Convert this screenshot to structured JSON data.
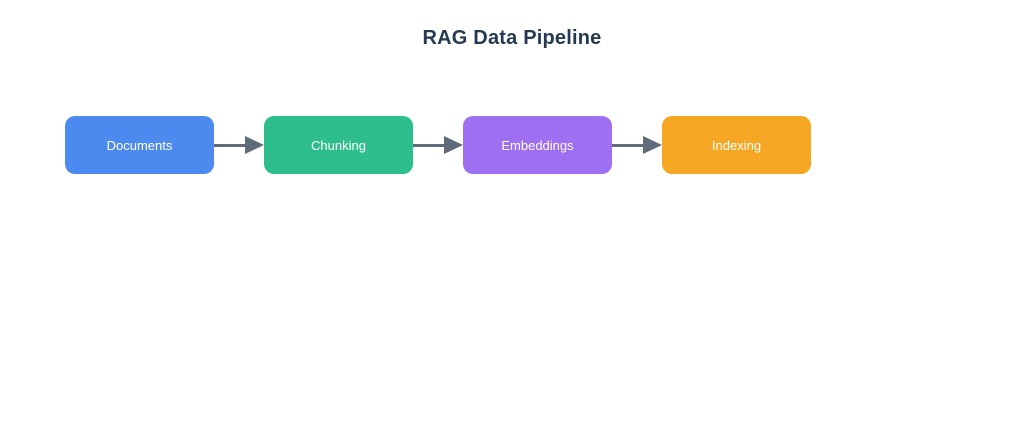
{
  "title": "RAG Data Pipeline",
  "title_color": "#253a52",
  "diagram": {
    "connector_color": "#5f6b7a",
    "nodes": [
      {
        "label": "Documents",
        "color": "#4d8af0"
      },
      {
        "label": "Chunking",
        "color": "#2ebe8d"
      },
      {
        "label": "Embeddings",
        "color": "#9e6ff0"
      },
      {
        "label": "Indexing",
        "color": "#f5a623"
      }
    ]
  }
}
